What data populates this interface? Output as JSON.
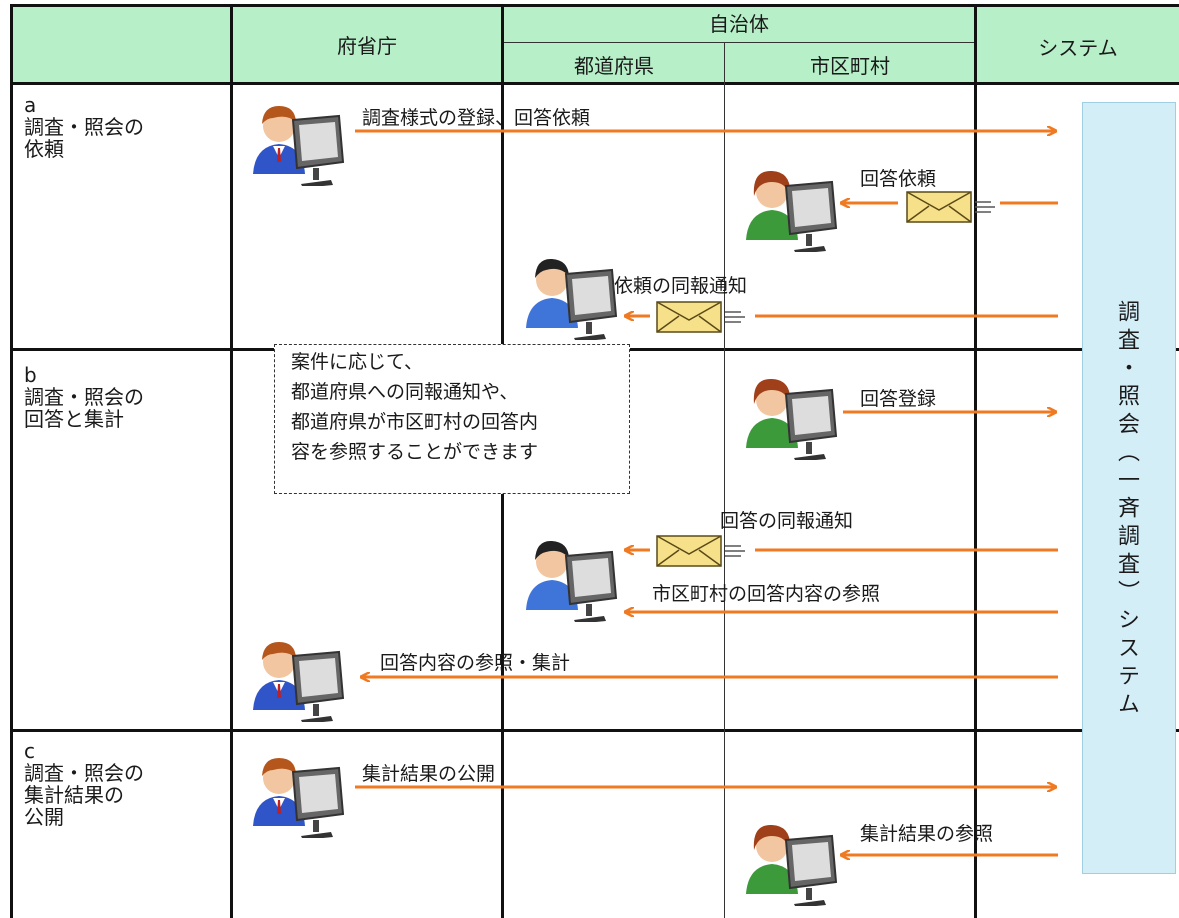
{
  "header": {
    "ministry": "府省庁",
    "local_gov": "自治体",
    "prefecture": "都道府県",
    "municipality": "市区町村",
    "system": "システム"
  },
  "rows": {
    "a": {
      "letter": "a",
      "label": "調査・照会の\n依頼"
    },
    "b": {
      "letter": "b",
      "label": "調査・照会の\n回答と集計"
    },
    "c": {
      "letter": "c",
      "label": "調査・照会の\n集計結果の\n公開"
    }
  },
  "annotations": {
    "a_register": "調査様式の登録、回答依頼",
    "a_request": "回答依頼",
    "a_notify": "依頼の同報通知",
    "b_answer": "回答登録",
    "b_notify": "回答の同報通知",
    "b_ref_muni": "市区町村の回答内容の参照",
    "b_ref_total": "回答内容の参照・集計",
    "c_publish": "集計結果の公開",
    "c_ref": "集計結果の参照"
  },
  "note": {
    "lines": [
      "案件に応じて、",
      "都道府県への同報通知や、",
      "都道府県が市区町村の回答内",
      "容を参照することができます"
    ]
  },
  "system_label": "調査・照会（一斉調査）システム",
  "icons": {
    "ministry_user": "user-computer-icon",
    "prefecture_user": "user-computer-icon",
    "municipality_user": "user-computer-icon",
    "mail": "envelope-icon"
  },
  "colors": {
    "header_bg": "#b7f0c8",
    "arrow": "#f07a22",
    "system_bg": "#d4eef8"
  }
}
